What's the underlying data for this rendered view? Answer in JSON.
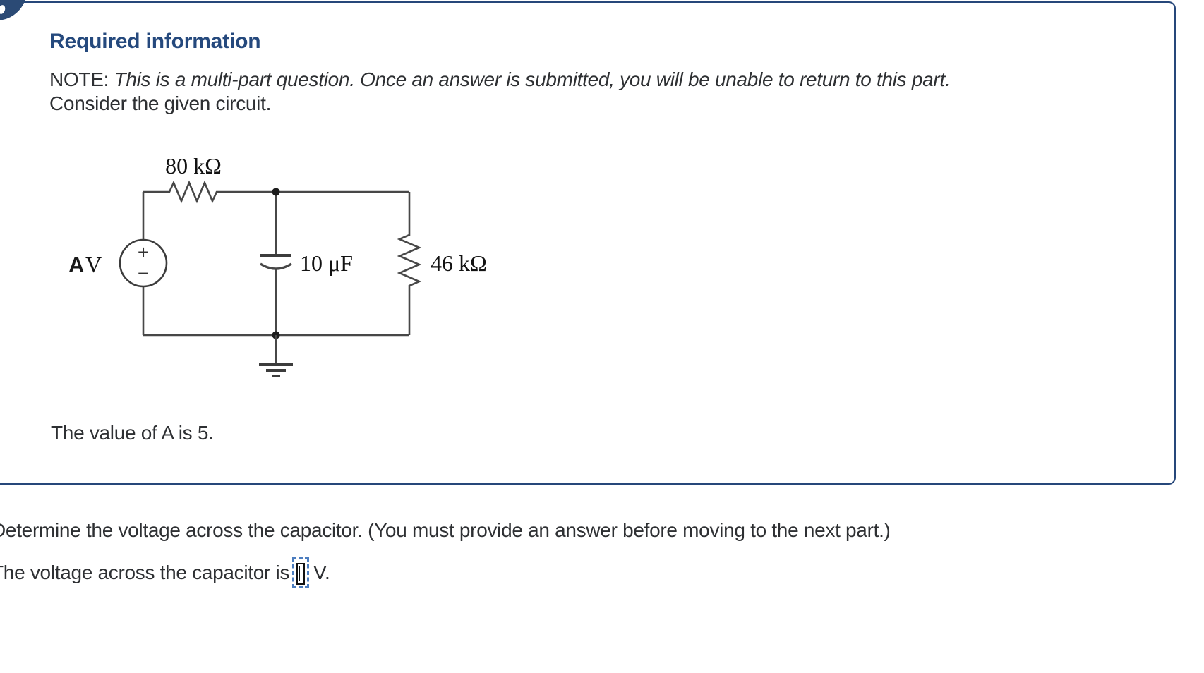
{
  "colors": {
    "heading_navy": "#25497d",
    "box_border_navy": "#26477a",
    "badge_navy": "#2b4a75",
    "body_text": "#2e3033",
    "input_dashed_blue": "#4c7dbf",
    "circuit_stroke": "#474747"
  },
  "required_info": {
    "title": "Required information",
    "note_label": "NOTE: ",
    "note_italic": "This is a multi-part question. Once an answer is submitted, you will be unable to return to this part.",
    "consider_line": "Consider the given circuit.",
    "value_statement": "The value of A is 5."
  },
  "circuit": {
    "source_var": "A",
    "source_unit": "V",
    "source_plus": "+",
    "source_minus": "−",
    "top_resistor_label": "80 kΩ",
    "capacitor_label": "10 μF",
    "right_resistor_label": "46 kΩ"
  },
  "question": {
    "prompt": "Determine the voltage across the capacitor. (You must provide an answer before moving to the next part.)",
    "answer_prefix": "The voltage across the capacitor is",
    "answer_unit": "V.",
    "input_value": "",
    "input_placeholder": ""
  }
}
